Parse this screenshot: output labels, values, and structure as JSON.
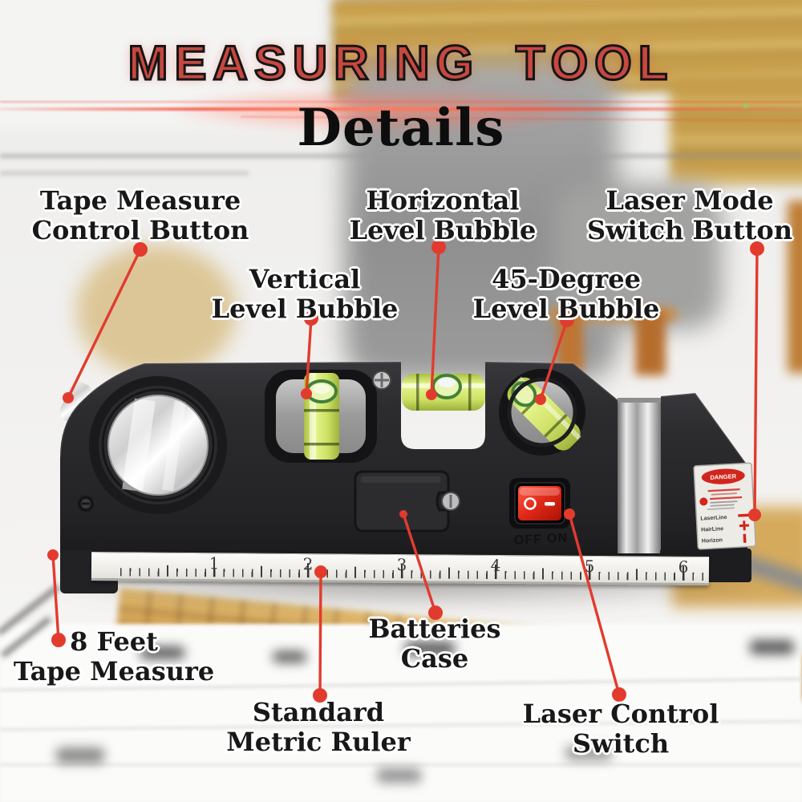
{
  "title": {
    "main": "MEASURING TOOL",
    "sub": "Details"
  },
  "colors": {
    "annotation_red": "#e23b2e",
    "title_red": "#c7483f",
    "body_black": "#28282b",
    "vial_green": "#d9e96f",
    "switch_red": "#e02818",
    "chrome_silver": "#d9d9d9",
    "ruler_bg": "#f5f3ef"
  },
  "labels": {
    "tape_control": {
      "line1": "Tape Measure",
      "line2": "Control Button"
    },
    "horizontal_bubble": {
      "line1": "Horizontal",
      "line2": "Level Bubble"
    },
    "laser_mode": {
      "line1": "Laser Mode",
      "line2": "Switch Button"
    },
    "vertical_bubble": {
      "line1": "Vertical",
      "line2": "Level Bubble"
    },
    "deg45_bubble": {
      "line1": "45-Degree",
      "line2": "Level Bubble"
    },
    "tape_8ft": {
      "line1": "8 Feet",
      "line2": "Tape Measure"
    },
    "batteries": {
      "line1": "Batteries",
      "line2": "Case"
    },
    "metric_ruler": {
      "line1": "Standard",
      "line2": "Metric Ruler"
    },
    "laser_switch": {
      "line1": "Laser Control",
      "line2": "Switch"
    }
  },
  "tool": {
    "switch": {
      "off": "OFF",
      "on": "ON"
    },
    "warning_label": {
      "header": "DANGER",
      "rows": [
        {
          "name": "LaserLine",
          "symbol": "—"
        },
        {
          "name": "HairLine",
          "symbol": "+"
        },
        {
          "name": "Horizon",
          "symbol": "❘"
        }
      ]
    },
    "ruler_numbers": [
      "1",
      "2",
      "3",
      "4",
      "5",
      "6"
    ]
  }
}
